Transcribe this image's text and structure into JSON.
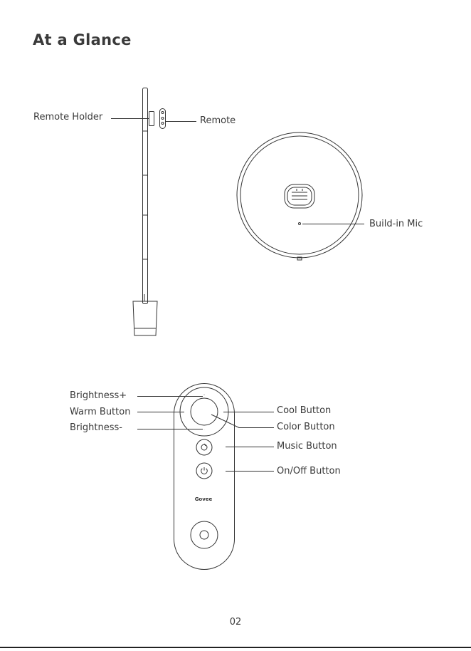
{
  "page": {
    "title": "At a Glance",
    "page_number": "02"
  },
  "lamp_callouts": {
    "remote_holder": "Remote Holder",
    "remote": "Remote"
  },
  "base_callouts": {
    "mic": "Build-in Mic"
  },
  "remote_callouts": {
    "brightness_up": "Brightness+",
    "warm_button": "Warm Button",
    "brightness_down": "Brightness-",
    "cool_button": "Cool Button",
    "color_button": "Color Button",
    "music_button": "Music Button",
    "onoff_button": "On/Off Button"
  },
  "remote_device": {
    "brand": "Govee"
  },
  "colors": {
    "line": "#333333",
    "text": "#3a3a3a"
  }
}
